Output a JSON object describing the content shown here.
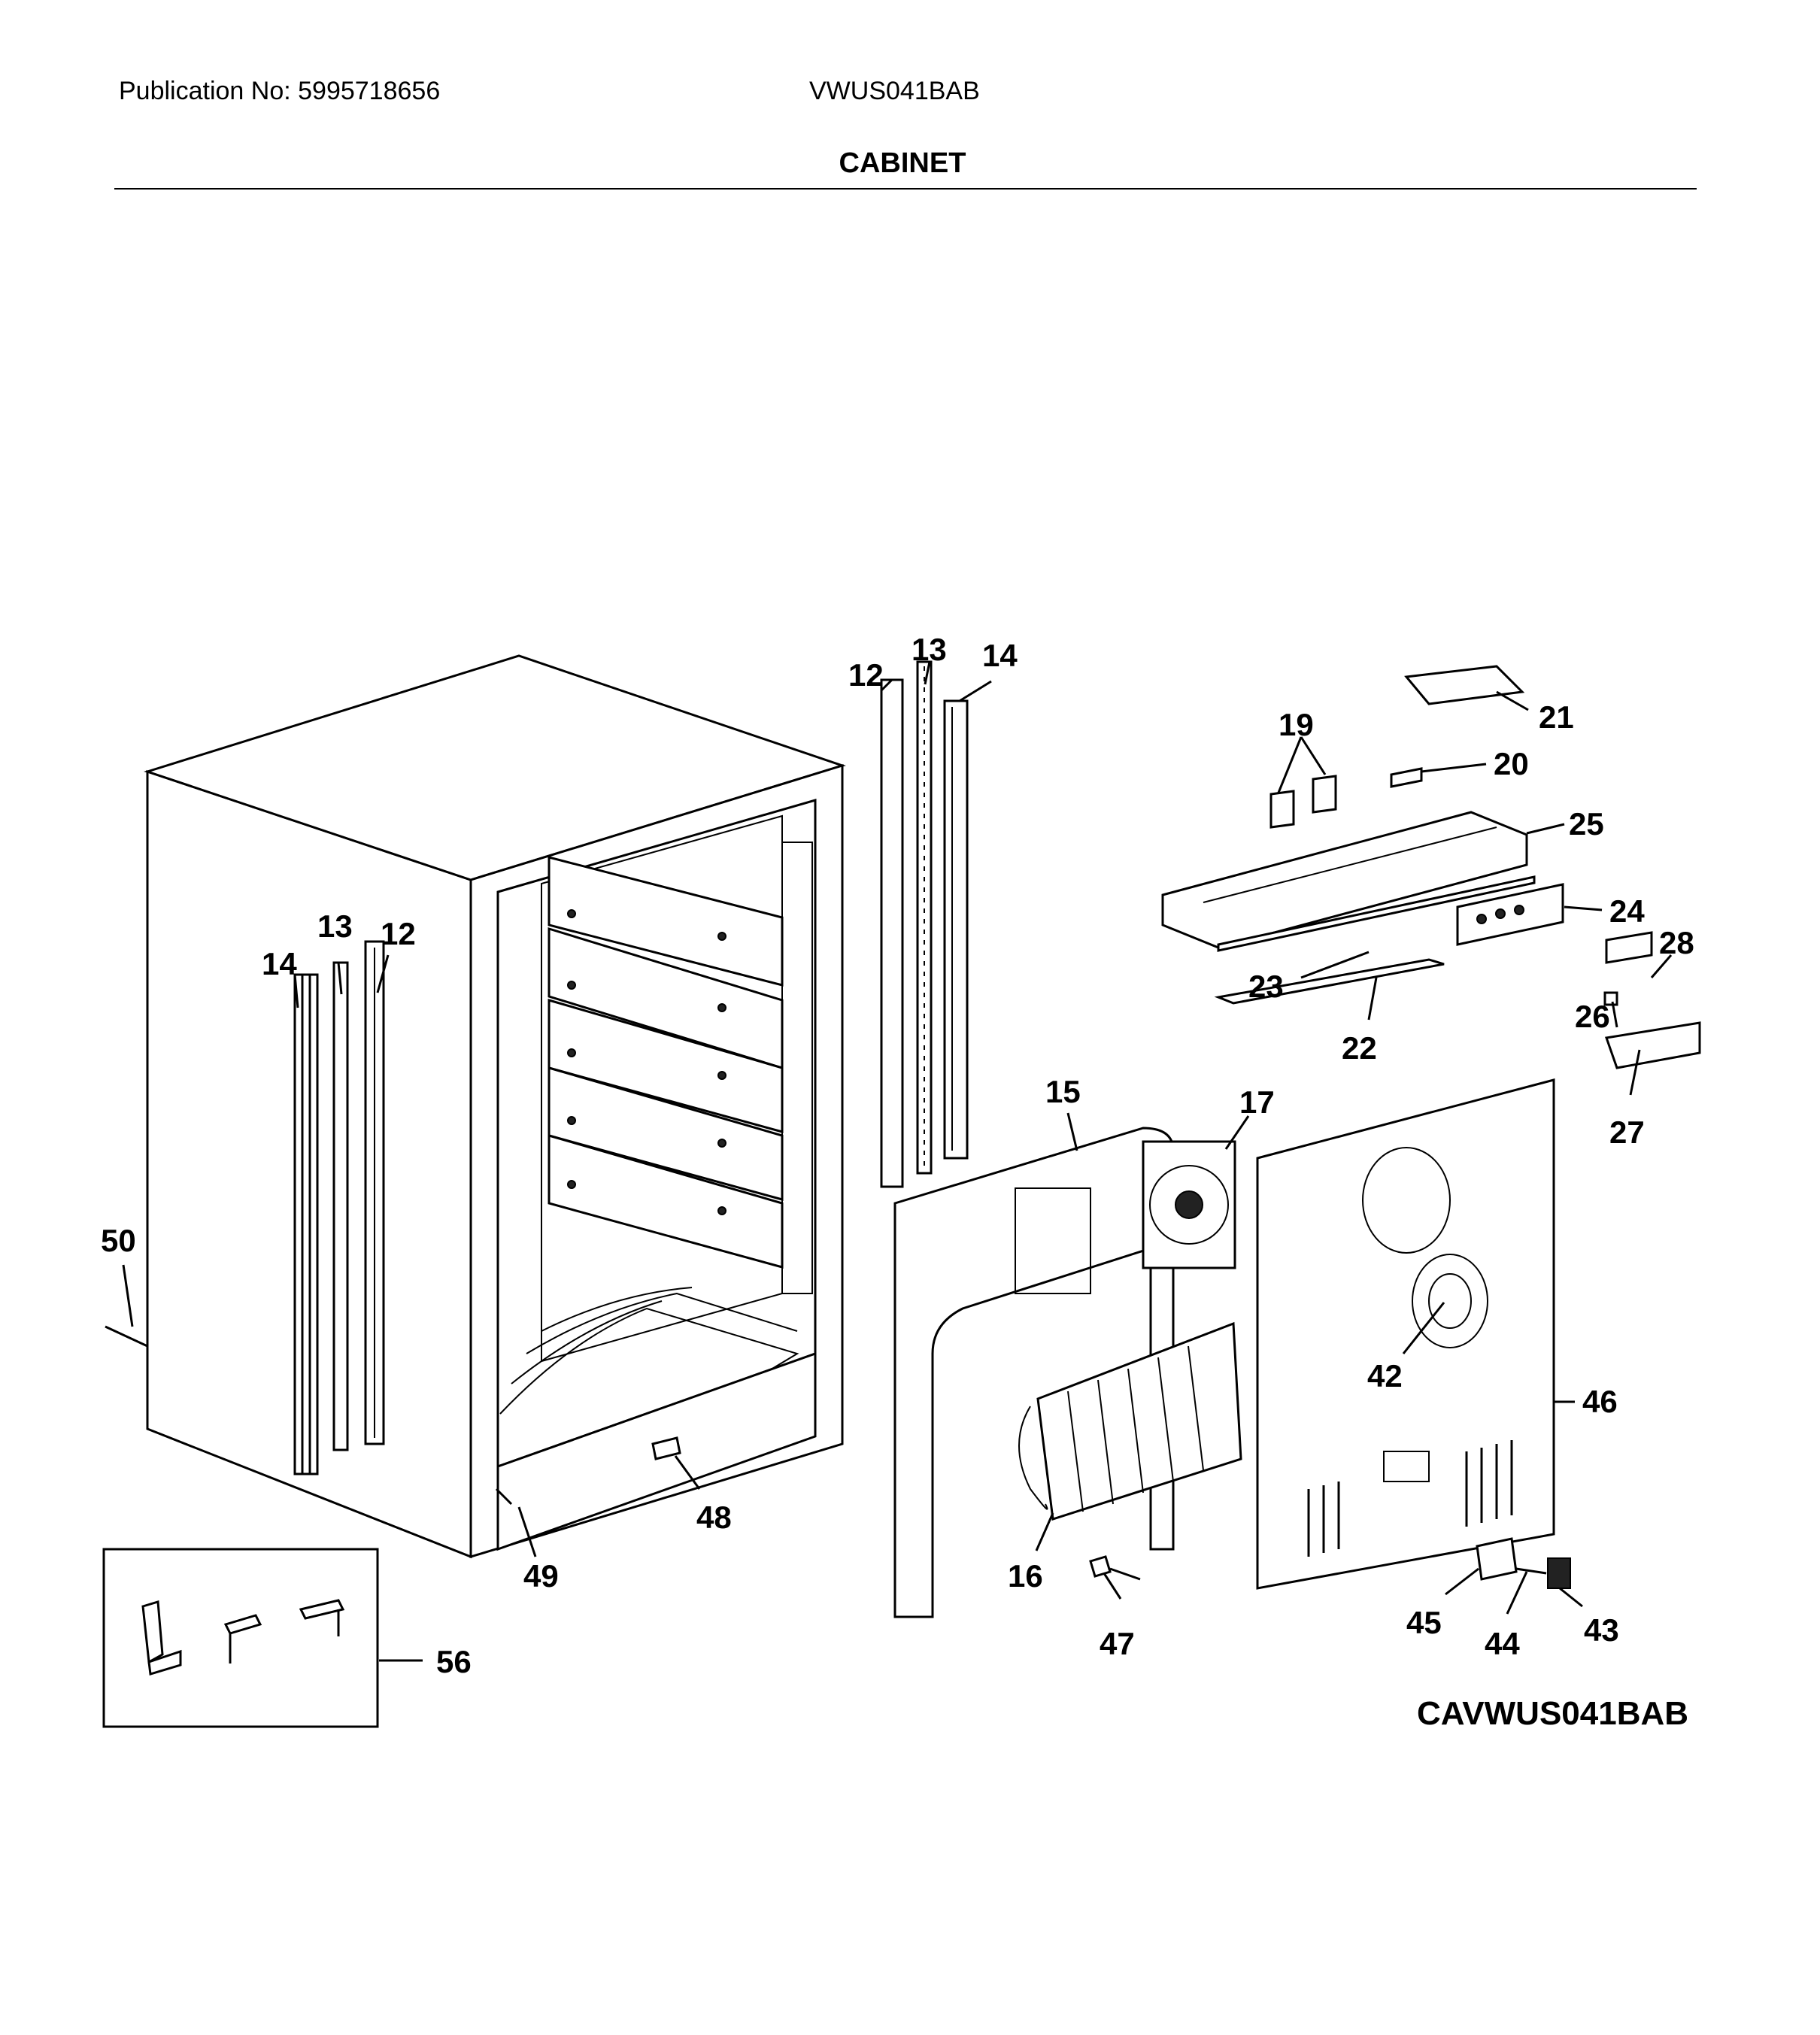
{
  "header": {
    "publication": "Publication No: 5995718656",
    "model": "VWUS041BAB",
    "section": "CABINET"
  },
  "diagram_code": "CAVWUS041BAB",
  "callouts": [
    "12",
    "13",
    "14",
    "14",
    "13",
    "12",
    "19",
    "21",
    "20",
    "25",
    "24",
    "23",
    "28",
    "22",
    "26",
    "27",
    "15",
    "17",
    "50",
    "42",
    "46",
    "48",
    "16",
    "49",
    "47",
    "45",
    "44",
    "43",
    "56"
  ]
}
